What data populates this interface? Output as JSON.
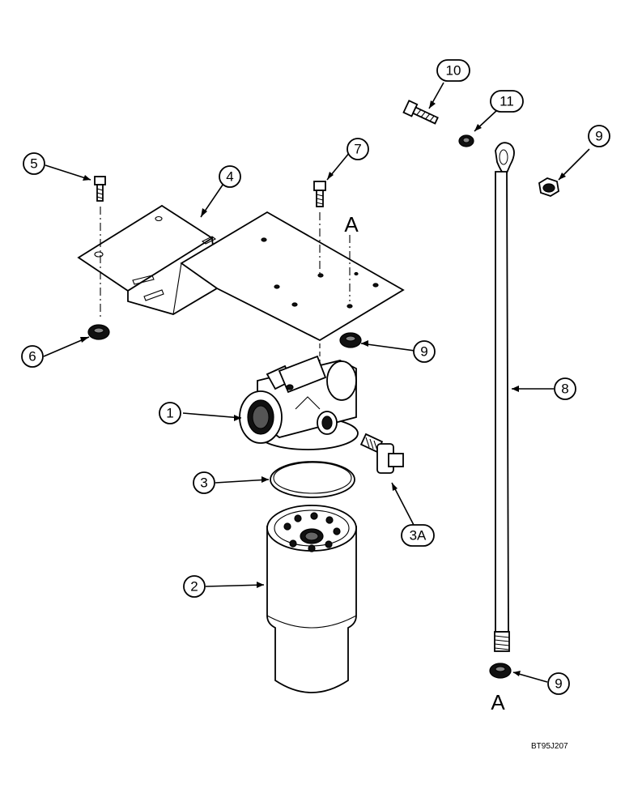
{
  "callouts": {
    "c10": "10",
    "c11": "11",
    "c9_top": "9",
    "c5": "5",
    "c4": "4",
    "c7": "7",
    "c6": "6",
    "c9_mid": "9",
    "c1": "1",
    "c8": "8",
    "c3": "3",
    "c3a": "3A",
    "c2": "2",
    "c9_bottom": "9"
  },
  "reference_marks": {
    "top": "A",
    "bottom": "A"
  },
  "figure_code": "BT95J207"
}
